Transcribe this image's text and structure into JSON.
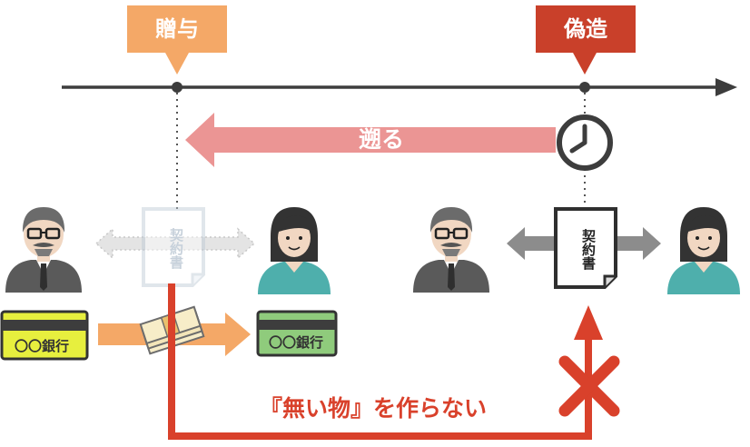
{
  "timeline": {
    "gift_label": "贈与",
    "forgery_label": "偽造",
    "backdate_label": "遡る"
  },
  "contract": {
    "left_text": "契約書",
    "right_text": "契約書"
  },
  "bank": {
    "left_text": "〇〇銀行",
    "right_text": "〇〇銀行"
  },
  "caption": {
    "text": "『無い物』を作らない"
  },
  "colors": {
    "gift_orange": "#f4a867",
    "forgery_red": "#c9402a",
    "backdate_pink": "#eb9594",
    "axis_gray": "#3d3d3d",
    "flow_red": "#d9412b",
    "bank_yellow": "#e7ef3e",
    "bank_green": "#8fcb7c",
    "person_teal": "#4eafac"
  },
  "icons": {
    "clock": "clock-icon",
    "cross": "cross-icon",
    "money": "cash-stack-icon"
  }
}
